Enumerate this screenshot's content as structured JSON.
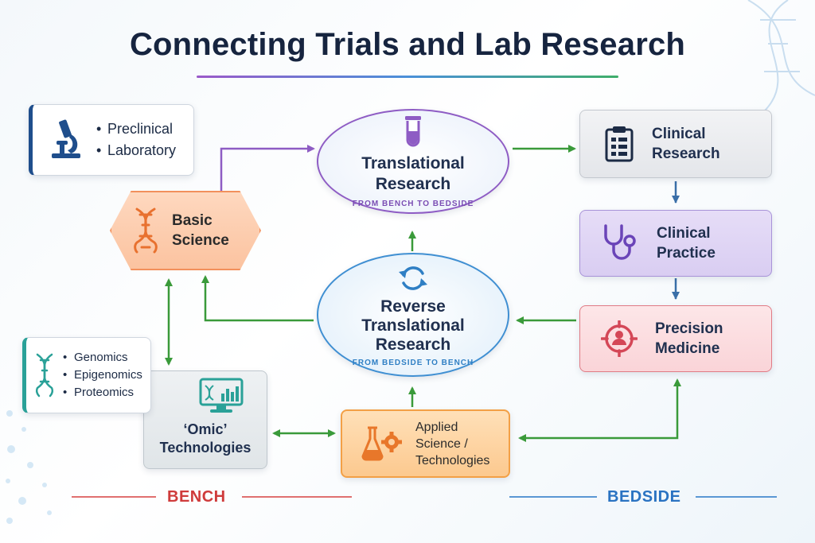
{
  "title": "Connecting Trials and Lab Research",
  "colors": {
    "purple": "#8e5cc4",
    "green": "#3a9a3a",
    "blue": "#3f8fd2",
    "orange": "#f2905c",
    "red": "#cf3b3b",
    "navy": "#1f4e8c"
  },
  "nodes": {
    "preclinical": {
      "items": [
        "Preclinical",
        "Laboratory"
      ],
      "icon": "microscope-icon"
    },
    "basic_science": {
      "label_line1": "Basic",
      "label_line2": "Science",
      "icon": "dna-icon"
    },
    "translational": {
      "label_line1": "Translational",
      "label_line2": "Research",
      "subtitle": "FROM BENCH TO BEDSIDE",
      "icon": "test-tube-icon"
    },
    "reverse_translational": {
      "label_line1": "Reverse",
      "label_line2": "Translational",
      "label_line3": "Research",
      "subtitle": "FROM BEDSIDE TO BENCH",
      "icon": "cycle-arrows-icon"
    },
    "clinical_research": {
      "label_line1": "Clinical",
      "label_line2": "Research",
      "icon": "clipboard-icon"
    },
    "clinical_practice": {
      "label_line1": "Clinical",
      "label_line2": "Practice",
      "icon": "stethoscope-icon"
    },
    "precision_medicine": {
      "label_line1": "Precision",
      "label_line2": "Medicine",
      "icon": "target-person-icon"
    },
    "omics_list": {
      "items": [
        "Genomics",
        "Epigenomics",
        "Proteomics"
      ],
      "icon": "dna-icon"
    },
    "omic_technologies": {
      "label_line1": "‘Omic’",
      "label_line2": "Technologies",
      "icon": "monitor-dna-icon"
    },
    "applied_science": {
      "label_line1": "Applied",
      "label_line2": "Science /",
      "label_line3": "Technologies",
      "icon": "flask-gear-icon"
    }
  },
  "footer": {
    "left": "BENCH",
    "right": "BEDSIDE"
  }
}
